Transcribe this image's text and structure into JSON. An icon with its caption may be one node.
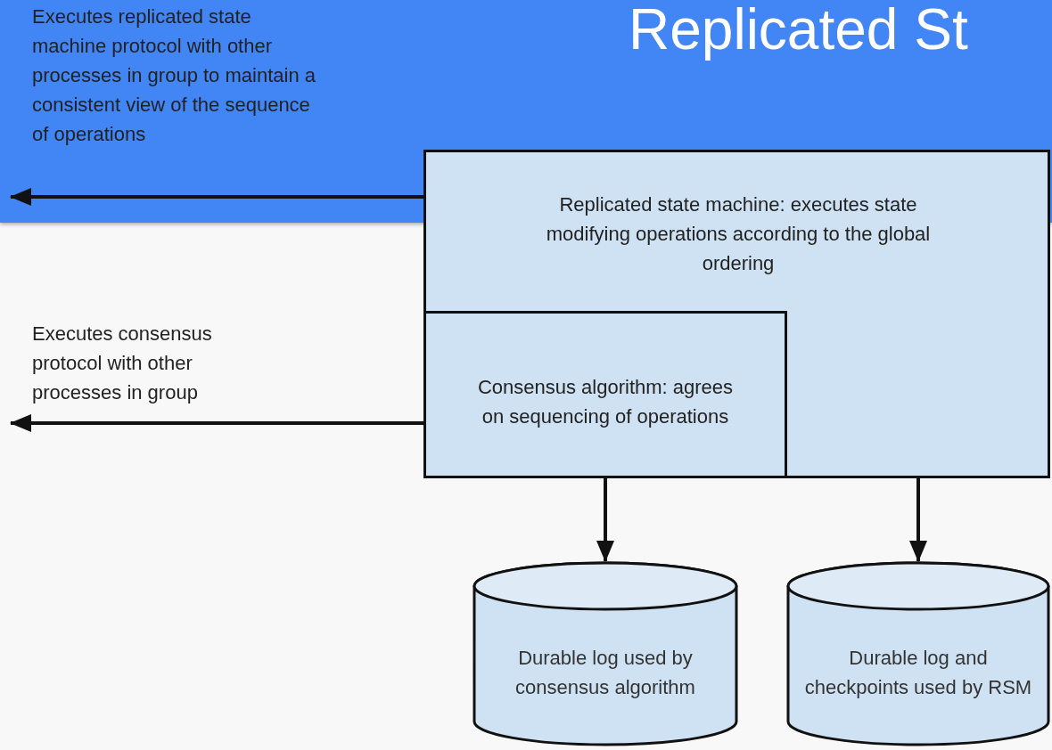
{
  "diagram": {
    "title": "Replicated St",
    "nodes": [
      {
        "text": [
          "Replicated state machine: executes state modifying operations according to the global ordering"
        ]
      },
      {
        "text": [
          "Consensus algorithm: agrees on sequencing of operations"
        ],
        "in": 0
      },
      {
        "text": [
          "Durable log used by consensus algorithm"
        ]
      },
      {
        "text": [
          "Durable log and checkpoints used by RSM"
        ]
      }
    ],
    "edges": [
      {
        "from": 0,
        "to": null,
        "arrow": "to",
        "label": "Executes replicated state machine protocol with other processes in group to maintain a consistent view of the sequence of operations"
      },
      {
        "from": 1,
        "to": null,
        "arrow": "to",
        "label": "Executes consensus protocol with other processes in group"
      },
      {
        "from": 1,
        "to": 2,
        "arrow": "to"
      },
      {
        "from": 0,
        "to": 3,
        "arrow": "to"
      }
    ]
  }
}
